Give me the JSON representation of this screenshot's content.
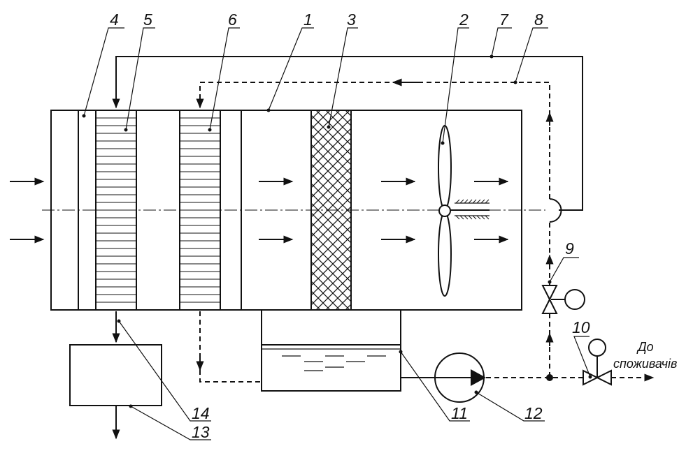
{
  "labels": {
    "l1": "1",
    "l2": "2",
    "l3": "3",
    "l4": "4",
    "l5": "5",
    "l6": "6",
    "l7": "7",
    "l8": "8",
    "l9": "9",
    "l10": "10",
    "l11": "11",
    "l12": "12",
    "l13": "13",
    "l14": "14"
  },
  "consumers": {
    "line1": "До",
    "line2": "споживачів"
  },
  "colors": {
    "stroke": "#111111",
    "background": "#ffffff"
  },
  "icons": [
    "arrow-icon",
    "valve-icon",
    "pump-icon",
    "fan-icon"
  ]
}
